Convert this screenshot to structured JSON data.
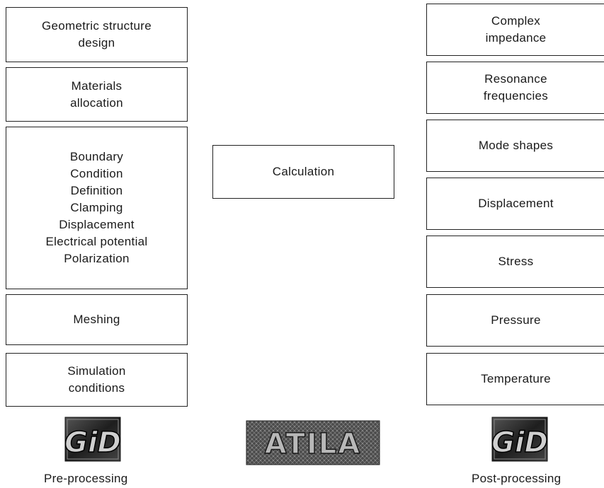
{
  "pre_processing": {
    "steps": [
      {
        "lines": [
          "Geometric structure",
          "design"
        ]
      },
      {
        "lines": [
          "Materials",
          "allocation"
        ]
      },
      {
        "lines": [
          "Boundary",
          "Condition",
          "Definition",
          "Clamping",
          "Displacement",
          "Electrical potential",
          "Polarization"
        ]
      },
      {
        "lines": [
          "Meshing"
        ]
      },
      {
        "lines": [
          "Simulation",
          "conditions"
        ]
      }
    ],
    "logo_text": "GiD",
    "caption": "Pre-processing"
  },
  "calculation": {
    "label": "Calculation",
    "logo_text": "ATILA"
  },
  "post_processing": {
    "results": [
      {
        "lines": [
          "Complex",
          "impedance"
        ]
      },
      {
        "lines": [
          "Resonance",
          "frequencies"
        ]
      },
      {
        "lines": [
          "Mode shapes"
        ]
      },
      {
        "lines": [
          "Displacement"
        ]
      },
      {
        "lines": [
          "Stress"
        ]
      },
      {
        "lines": [
          "Pressure"
        ]
      },
      {
        "lines": [
          "Temperature"
        ]
      }
    ],
    "logo_text": "GiD",
    "caption": "Post-processing"
  }
}
